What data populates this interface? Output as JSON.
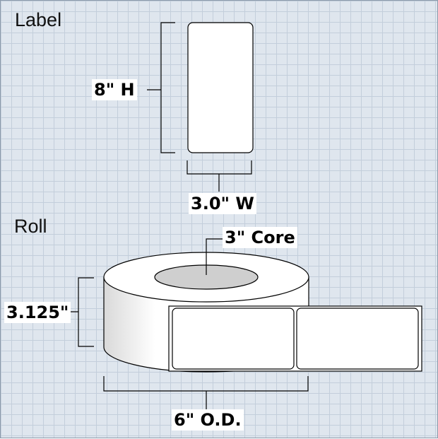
{
  "sections": {
    "label_title": "Label",
    "roll_title": "Roll"
  },
  "label": {
    "height": "8\" H",
    "width": "3.0\" W"
  },
  "roll": {
    "core": "3\" Core",
    "width": "3.125\"",
    "outer_diameter": "6\" O.D."
  },
  "colors": {
    "background": "#dfe6ee",
    "grid": "#c3cedb",
    "line": "#000000",
    "core_fill": "#cfcfcf",
    "label_fill": "#ffffff"
  }
}
